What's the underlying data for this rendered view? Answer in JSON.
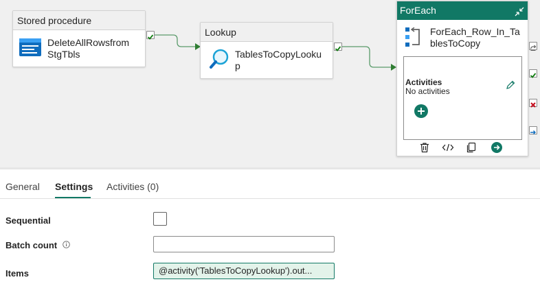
{
  "pipeline": {
    "stored_procedure": {
      "header": "Stored procedure",
      "name_line1": "DeleteAllRowsfrom",
      "name_line2": "StgTbls"
    },
    "lookup": {
      "header": "Lookup",
      "name_line1": "TablesToCopyLooku",
      "name_line2": "p"
    },
    "foreach": {
      "header": "ForEach",
      "name_line1": "ForEach_Row_In_Ta",
      "name_line2": "blesToCopy",
      "activities_title": "Activities",
      "activities_empty": "No activities"
    }
  },
  "tabs": [
    {
      "label": "General"
    },
    {
      "label": "Settings"
    },
    {
      "label": "Activities (0)"
    }
  ],
  "settings": {
    "sequential_label": "Sequential",
    "batch_count_label": "Batch count",
    "batch_count_value": "",
    "items_label": "Items",
    "items_value": "@activity('TablesToCopyLookup').out..."
  },
  "colors": {
    "accent": "#117865",
    "success": "#107c10",
    "failure": "#c50f1f",
    "completion": "#0f6cbd",
    "skip": "#616161"
  },
  "icons": [
    "stored-procedure-icon",
    "lookup-search-icon",
    "foreach-icon",
    "collapse-icon",
    "edit-icon",
    "add-activity-icon",
    "delete-icon",
    "code-icon",
    "copy-icon",
    "go-icon",
    "info-icon",
    "check-icon",
    "skip-icon",
    "fail-icon",
    "completion-icon"
  ]
}
